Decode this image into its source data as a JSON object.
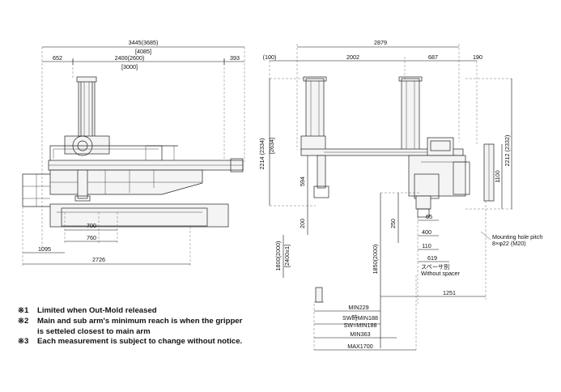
{
  "left_view": {
    "top": {
      "overall": "3445(3685)",
      "bracket": "[4085]",
      "left": "652",
      "middle": "2400(2600)",
      "middle_bracket": "[3000]",
      "right": "393"
    },
    "bottom": {
      "d700": "700",
      "d760": "760",
      "d1095": "1095",
      "d2726": "2726"
    }
  },
  "right_view": {
    "top": {
      "overall": "2879",
      "d100": "(100)",
      "d2002": "2002",
      "d687": "687",
      "d190": "190"
    },
    "vertical": {
      "d2214": "2214 (2334)",
      "d2634": "[2634]",
      "d594": "594",
      "d200": "200",
      "d250": "250",
      "d1800": "1800(2000)",
      "d2400": "[2400±1]",
      "d1850": "1850(2000)",
      "d2212": "2212 (2332)",
      "d1100": "1100"
    },
    "horizontal": {
      "d65": "65",
      "d400": "400",
      "d110": "110",
      "d619": "619",
      "spacer": "スペーサ別",
      "without_spacer": "Without spacer",
      "d1251": "1251"
    },
    "mounting": {
      "line1": "Mounting hole pitch",
      "line2": "8×φ22 (M20)"
    },
    "bottom": {
      "min229": "MIN229",
      "sw_min188_jp": "SW時MIN188",
      "sw_min188": "SW=MIN188",
      "min363": "MIN363",
      "max1700": "MAX1700"
    }
  },
  "notes": [
    {
      "mark": "※1",
      "text": "Limited when Out-Mold released"
    },
    {
      "mark": "※2",
      "text": "Main and sub arm's minimum reach is when the gripper"
    },
    {
      "mark": "",
      "text": "is setteled closest to main arm"
    },
    {
      "mark": "※3",
      "text": "Each measurement is subject to change without notice."
    }
  ]
}
